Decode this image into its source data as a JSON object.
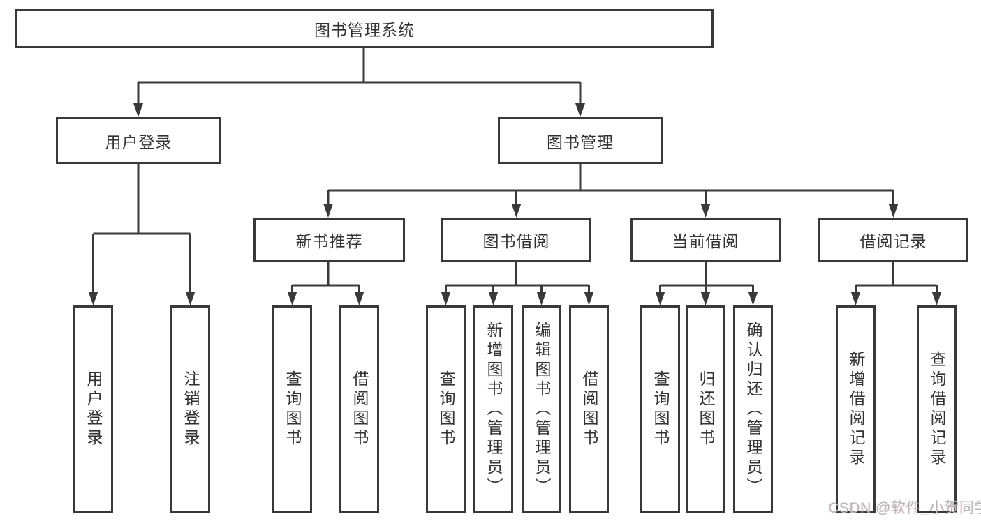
{
  "diagram": {
    "root": {
      "label": "图书管理系统"
    },
    "branches": [
      {
        "label": "用户登录",
        "children": [
          {
            "label": "用户登录"
          },
          {
            "label": "注销登录"
          }
        ]
      },
      {
        "label": "图书管理",
        "children": [
          {
            "label": "新书推荐",
            "children": [
              {
                "label": "查询图书"
              },
              {
                "label": "借阅图书"
              }
            ]
          },
          {
            "label": "图书借阅",
            "children": [
              {
                "label": "查询图书"
              },
              {
                "label": "新增图书（管理员）"
              },
              {
                "label": "编辑图书（管理员）"
              },
              {
                "label": "借阅图书"
              }
            ]
          },
          {
            "label": "当前借阅",
            "children": [
              {
                "label": "查询图书"
              },
              {
                "label": "归还图书"
              },
              {
                "label": "确认归还（管理员）"
              }
            ]
          },
          {
            "label": "借阅记录",
            "children": [
              {
                "label": "新增借阅记录"
              },
              {
                "label": "查询借阅记录"
              }
            ]
          }
        ]
      }
    ]
  },
  "watermark": {
    "text": "CSDN @软件_小贺同学"
  },
  "colors": {
    "line": "#39393b",
    "text": "#333333",
    "background": "#ffffff",
    "watermark": "#b9b9be"
  }
}
